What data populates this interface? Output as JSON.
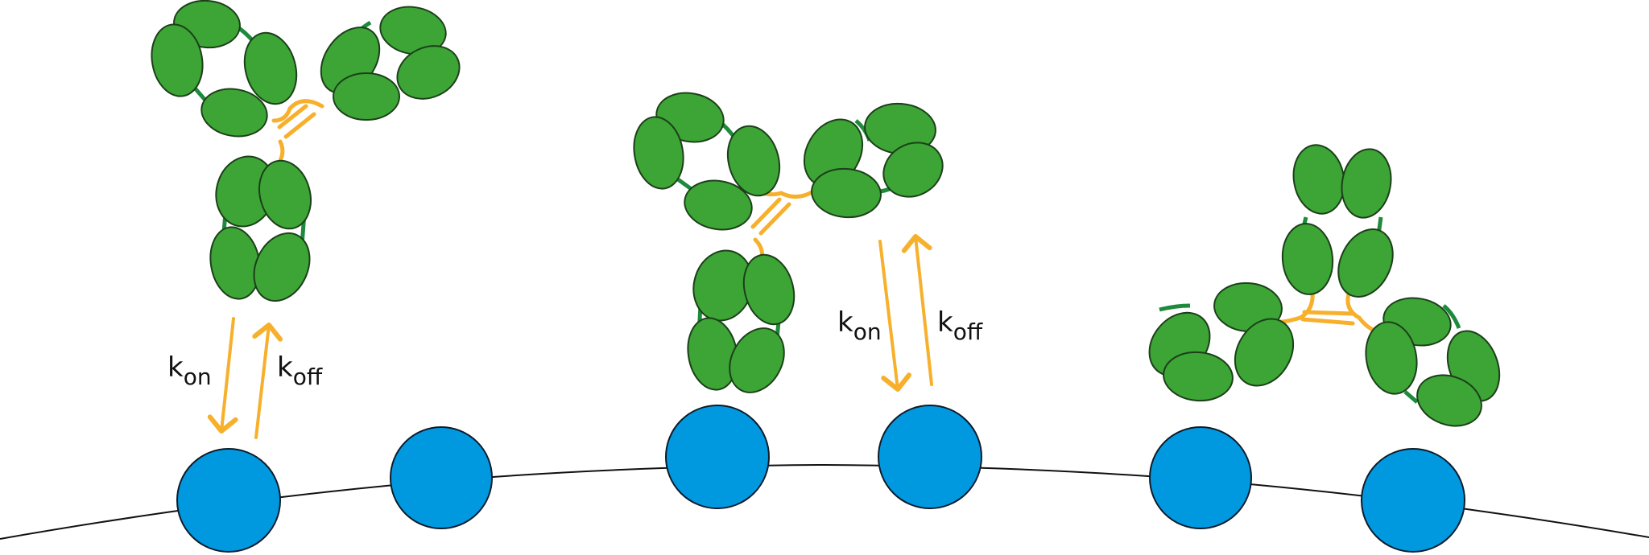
{
  "colors": {
    "background": "#ffffff",
    "antibody_domain_fill": "#3ca535",
    "antibody_domain_stroke": "#1c3f1a",
    "antibody_linker": "#1e8a3c",
    "hinge_disulfide": "#f7b02b",
    "antigen_fill": "#0099e0",
    "antigen_stroke": "#0d1b2a",
    "membrane": "#111111",
    "rate_arrow": "#f7b02b",
    "text": "#111111"
  },
  "labels": {
    "left_kon_base": "k",
    "left_kon_sub": "on",
    "left_koff_base": "k",
    "left_koff_sub": "off",
    "middle_kon_base": "k",
    "middle_kon_sub": "on",
    "middle_koff_base": "k",
    "middle_koff_sub": "off"
  },
  "components": {
    "antibody_count": 3,
    "antigen_count": 6,
    "rate_arrow_pairs": 2
  }
}
